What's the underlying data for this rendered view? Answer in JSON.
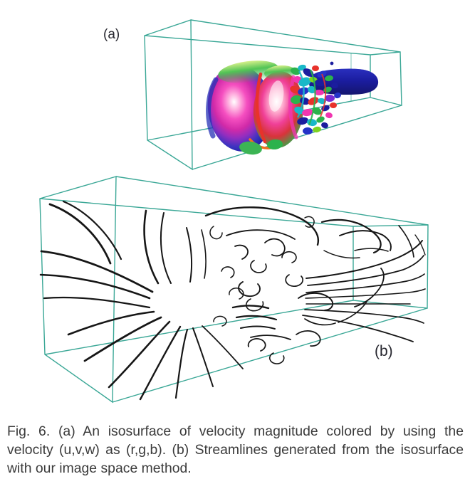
{
  "figure": {
    "panels": {
      "a": {
        "label": "(a)"
      },
      "b": {
        "label": "(b)"
      }
    },
    "caption": {
      "lines": [
        "Fig. 6. (a) An isosurface of velocity magnitude colored by using the",
        "velocity (u,v,w) as (r,g,b). (b) Streamlines generated from the isosurface",
        "with our image space method."
      ],
      "full": "Fig. 6. (a) An isosurface of velocity magnitude colored by using the velocity (u,v,w) as (r,g,b). (b) Streamlines generated from the isosurface with our image space method."
    },
    "colors": {
      "background": "#ffffff",
      "wireframe": "#3aa796",
      "streamline": "#161616",
      "caption_text": "#3b3b3b",
      "label_text": "#26262e",
      "isosurface_navy": "#1b1d9e",
      "isosurface_green": "#2bb24c",
      "isosurface_magenta": "#f036b0",
      "isosurface_red": "#e8322b",
      "isosurface_cyan": "#19b8c8",
      "isosurface_purple": "#7a2bd4"
    }
  }
}
